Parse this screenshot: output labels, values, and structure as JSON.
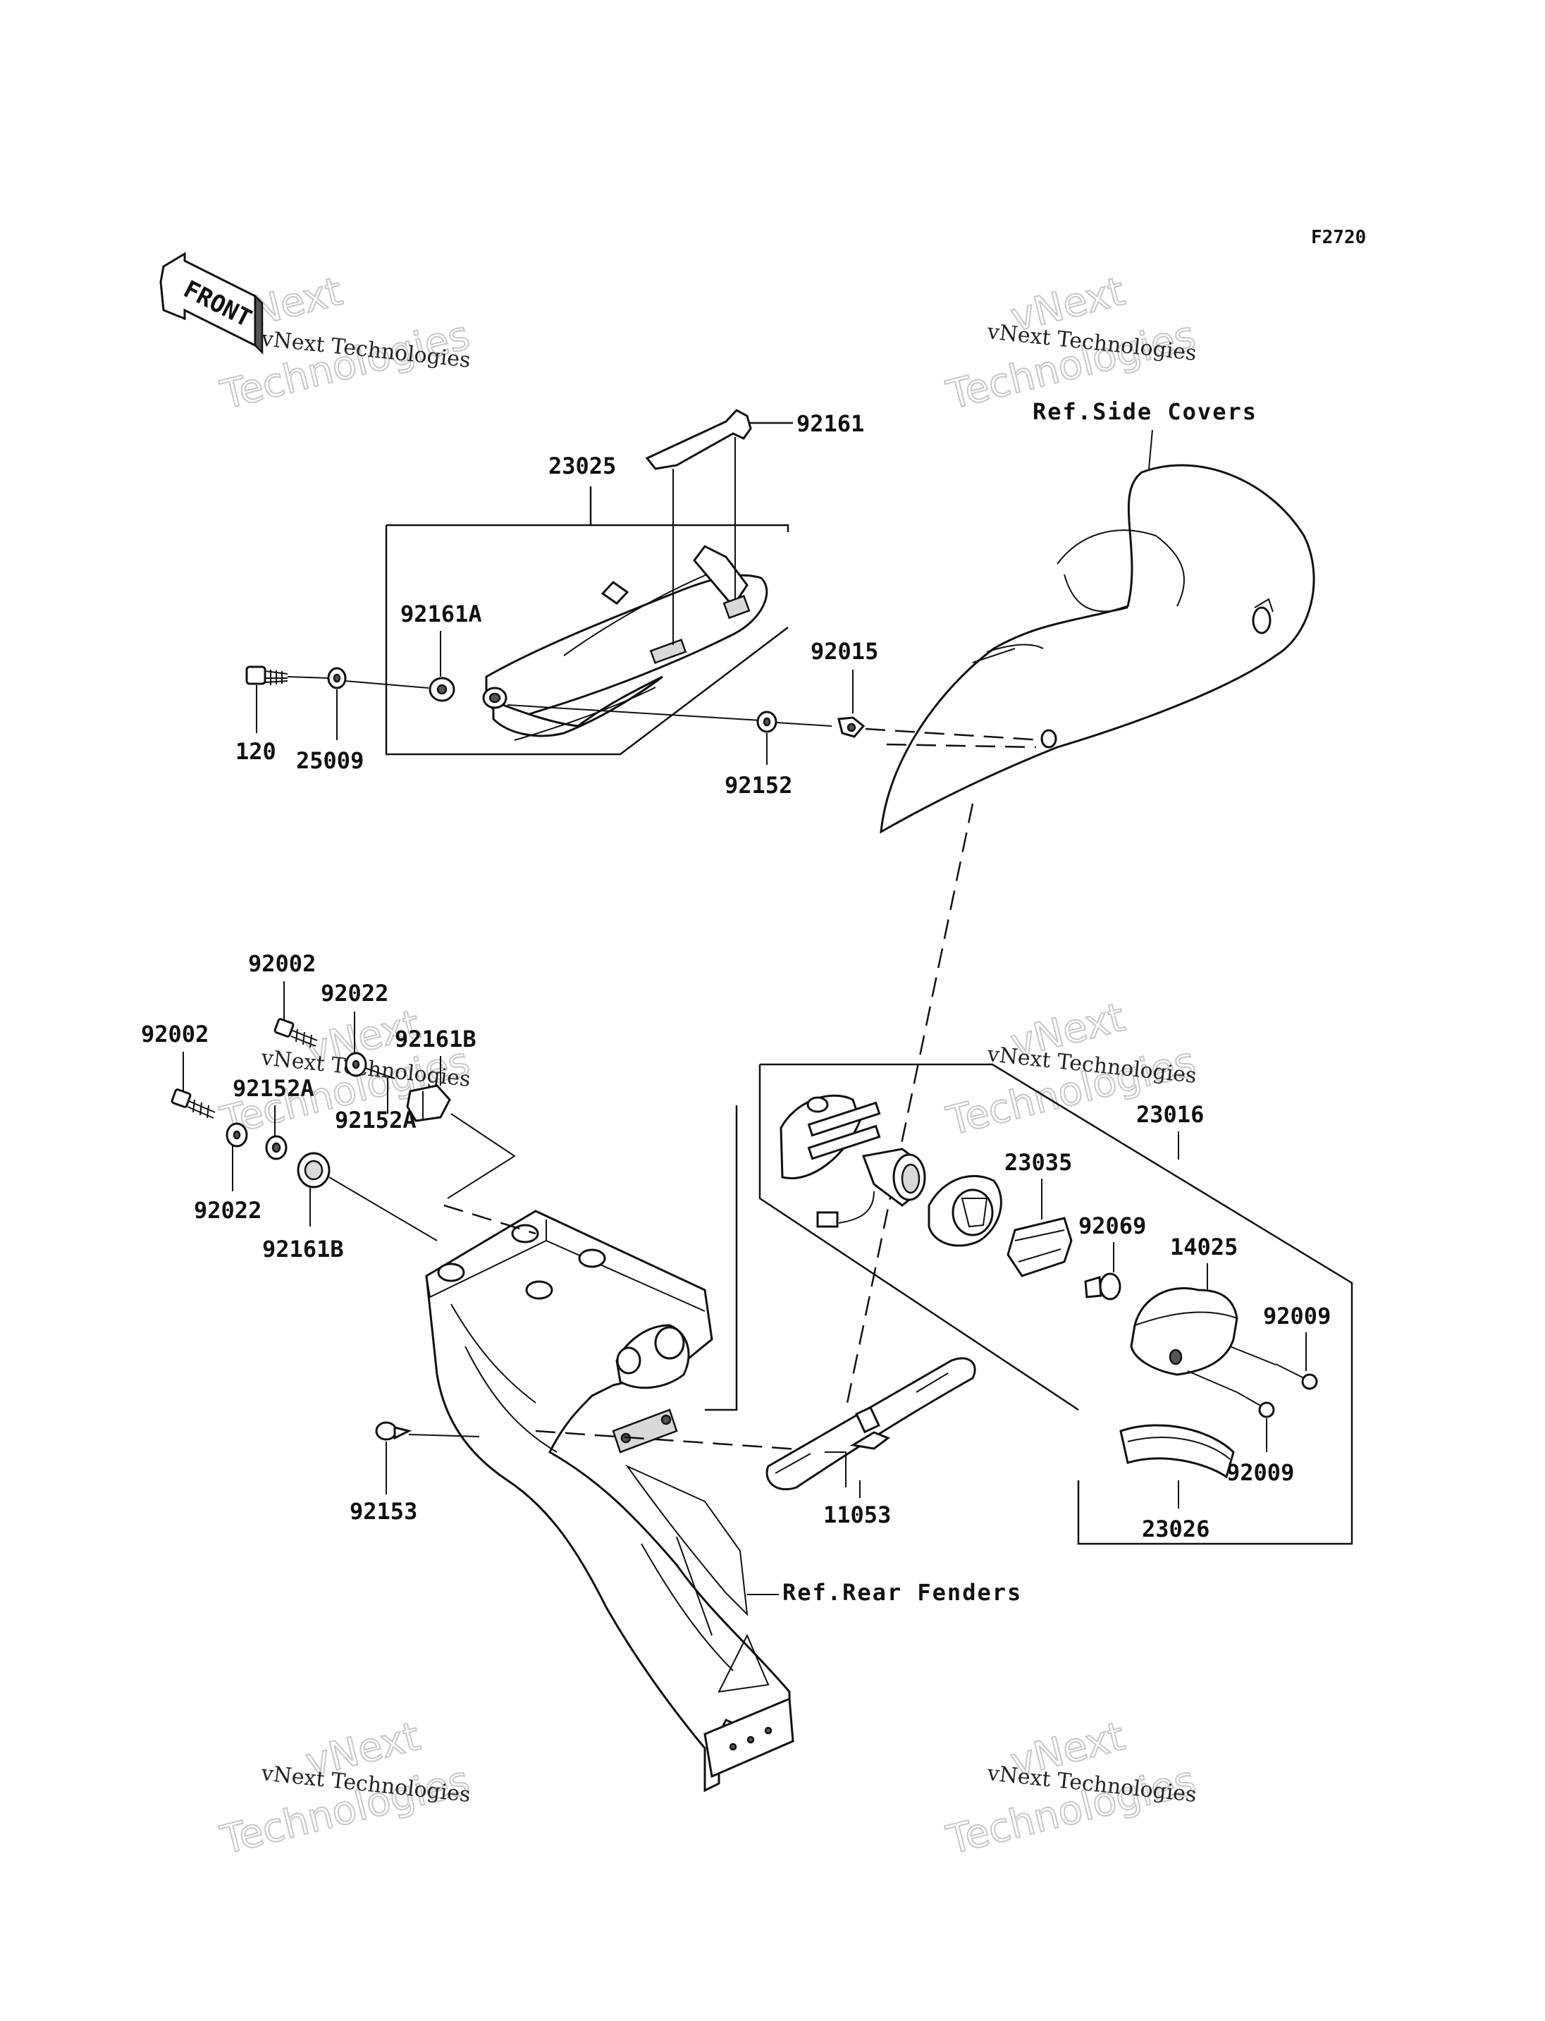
{
  "figure_code": "F2720",
  "front_label": "FRONT",
  "references": {
    "side_covers": "Ref.Side Covers",
    "rear_fenders": "Ref.Rear Fenders"
  },
  "parts": [
    {
      "id": "p92161",
      "label": "92161"
    },
    {
      "id": "p23025",
      "label": "23025"
    },
    {
      "id": "p92161A",
      "label": "92161A"
    },
    {
      "id": "p92015",
      "label": "92015"
    },
    {
      "id": "p120",
      "label": "120"
    },
    {
      "id": "p25009",
      "label": "25009"
    },
    {
      "id": "p92152",
      "label": "92152"
    },
    {
      "id": "p92002a",
      "label": "92002"
    },
    {
      "id": "p92022a",
      "label": "92022"
    },
    {
      "id": "p92002b",
      "label": "92002"
    },
    {
      "id": "p92161Ba",
      "label": "92161B"
    },
    {
      "id": "p92152Aa",
      "label": "92152A"
    },
    {
      "id": "p92152Ab",
      "label": "92152A"
    },
    {
      "id": "p92022b",
      "label": "92022"
    },
    {
      "id": "p92161Bb",
      "label": "92161B"
    },
    {
      "id": "p23016",
      "label": "23016"
    },
    {
      "id": "p23035",
      "label": "23035"
    },
    {
      "id": "p92069",
      "label": "92069"
    },
    {
      "id": "p14025",
      "label": "14025"
    },
    {
      "id": "p92009a",
      "label": "92009"
    },
    {
      "id": "p92009b",
      "label": "92009"
    },
    {
      "id": "p23026",
      "label": "23026"
    },
    {
      "id": "p92153",
      "label": "92153"
    },
    {
      "id": "p11053",
      "label": "11053"
    }
  ],
  "watermark": {
    "line1": "vNext Technologies",
    "line2a": "vNext",
    "line2b": "Technologies"
  }
}
